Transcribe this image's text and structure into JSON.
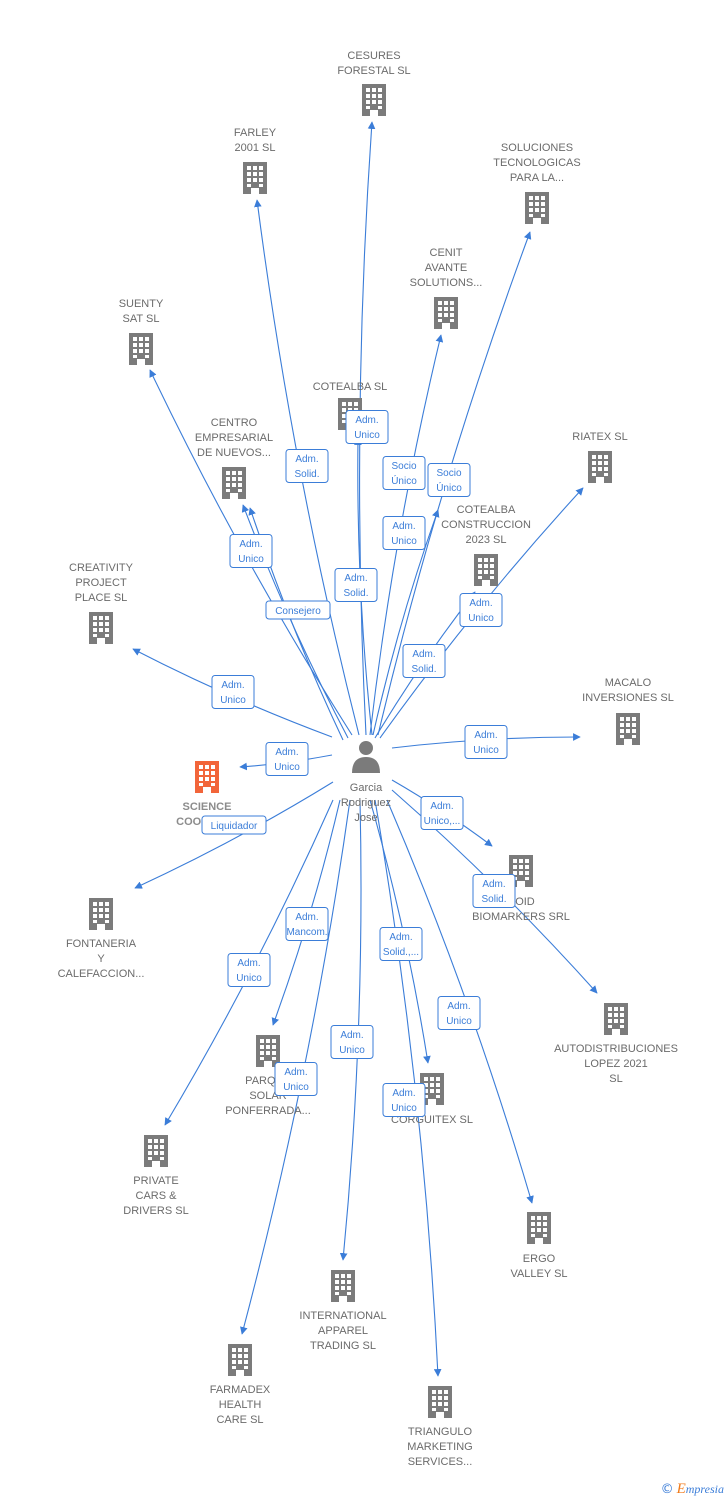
{
  "center": {
    "name_lines": [
      "Garcia",
      "Rodriguez",
      "Jose"
    ]
  },
  "colors": {
    "edge": "#3b7dd8",
    "building": "#7b7b7b",
    "building_highlight": "#f2653a",
    "label": "#6b6b6b"
  },
  "nodes": [
    {
      "id": "cesures",
      "lines": [
        "CESURES",
        "FORESTAL  SL"
      ]
    },
    {
      "id": "farley",
      "lines": [
        "FARLEY",
        "2001 SL"
      ]
    },
    {
      "id": "soluciones",
      "lines": [
        "SOLUCIONES",
        "TECNOLOGICAS",
        "PARA LA..."
      ]
    },
    {
      "id": "cenit",
      "lines": [
        "CENIT",
        "AVANTE",
        "SOLUTIONS..."
      ]
    },
    {
      "id": "suenty",
      "lines": [
        "SUENTY",
        "SAT SL"
      ]
    },
    {
      "id": "cotealba",
      "lines": [
        "COTEALBA SL"
      ]
    },
    {
      "id": "riatex",
      "lines": [
        "RIATEX  SL"
      ]
    },
    {
      "id": "centro",
      "lines": [
        "CENTRO",
        "EMPRESARIAL",
        "DE NUEVOS..."
      ]
    },
    {
      "id": "cotealba2023",
      "lines": [
        "COTEALBA",
        "CONSTRUCCION",
        "2023  SL"
      ]
    },
    {
      "id": "creativity",
      "lines": [
        "CREATIVITY",
        "PROJECT",
        "PLACE  SL"
      ]
    },
    {
      "id": "macalo",
      "lines": [
        "MACALO",
        "INVERSIONES SL"
      ]
    },
    {
      "id": "science",
      "lines": [
        "SCIENCE",
        "COOKING..."
      ],
      "highlight": true
    },
    {
      "id": "coid",
      "lines": [
        "COID",
        "BIOMARKERS SRL"
      ]
    },
    {
      "id": "fontaneria",
      "lines": [
        "FONTANERIA",
        "Y",
        "CALEFACCION..."
      ]
    },
    {
      "id": "autodistribuciones",
      "lines": [
        "AUTODISTRIBUCIONES",
        "LOPEZ 2021",
        "SL"
      ]
    },
    {
      "id": "parque",
      "lines": [
        "PARQUE",
        "SOLAR",
        "PONFERRADA..."
      ]
    },
    {
      "id": "corguitex",
      "lines": [
        "CORGUITEX SL"
      ]
    },
    {
      "id": "private",
      "lines": [
        "PRIVATE",
        "CARS &",
        "DRIVERS  SL"
      ]
    },
    {
      "id": "ergo",
      "lines": [
        "ERGO",
        "VALLEY SL"
      ]
    },
    {
      "id": "international",
      "lines": [
        "INTERNATIONAL",
        "APPAREL",
        "TRADING  SL"
      ]
    },
    {
      "id": "farmadex",
      "lines": [
        "FARMADEX",
        "HEALTH",
        "CARE SL"
      ]
    },
    {
      "id": "triangulo",
      "lines": [
        "TRIANGULO",
        "MARKETING",
        "SERVICES..."
      ]
    }
  ],
  "relations": [
    {
      "id": "r-cotealba",
      "lines": [
        "Adm.",
        "Unico"
      ]
    },
    {
      "id": "r-farley",
      "lines": [
        "Adm.",
        "Solid."
      ]
    },
    {
      "id": "r-cenit-socio",
      "lines": [
        "Socio",
        "Único"
      ]
    },
    {
      "id": "r-soluciones-socio",
      "lines": [
        "Socio",
        "Único"
      ]
    },
    {
      "id": "r-centro",
      "lines": [
        "Adm.",
        "Unico"
      ]
    },
    {
      "id": "r-cenit-adm",
      "lines": [
        "Adm.",
        "Unico"
      ]
    },
    {
      "id": "r-cesures",
      "lines": [
        "Adm.",
        "Solid."
      ]
    },
    {
      "id": "r-consejero",
      "lines": [
        "Consejero"
      ]
    },
    {
      "id": "r-riatex",
      "lines": [
        "Adm.",
        "Unico"
      ]
    },
    {
      "id": "r-cotealba2023",
      "lines": [
        "Adm.",
        "Solid."
      ]
    },
    {
      "id": "r-creativity",
      "lines": [
        "Adm.",
        "Unico"
      ]
    },
    {
      "id": "r-macalo",
      "lines": [
        "Adm.",
        "Unico"
      ]
    },
    {
      "id": "r-science",
      "lines": [
        "Adm.",
        "Unico"
      ]
    },
    {
      "id": "r-coid",
      "lines": [
        "Adm.",
        "Unico,..."
      ]
    },
    {
      "id": "r-liquidador",
      "lines": [
        "Liquidador"
      ]
    },
    {
      "id": "r-auto",
      "lines": [
        "Adm.",
        "Solid."
      ]
    },
    {
      "id": "r-parque",
      "lines": [
        "Adm.",
        "Mancom."
      ]
    },
    {
      "id": "r-corguitex-solid",
      "lines": [
        "Adm.",
        "Solid.,..."
      ]
    },
    {
      "id": "r-private",
      "lines": [
        "Adm.",
        "Unico"
      ]
    },
    {
      "id": "r-ergo",
      "lines": [
        "Adm.",
        "Unico"
      ]
    },
    {
      "id": "r-international",
      "lines": [
        "Adm.",
        "Unico"
      ]
    },
    {
      "id": "r-farmadex",
      "lines": [
        "Adm.",
        "Unico"
      ]
    },
    {
      "id": "r-triangulo",
      "lines": [
        "Adm.",
        "Unico"
      ]
    }
  ],
  "footer": {
    "copyright": "©",
    "brand_initial": "E",
    "brand_rest": "mpresia"
  }
}
